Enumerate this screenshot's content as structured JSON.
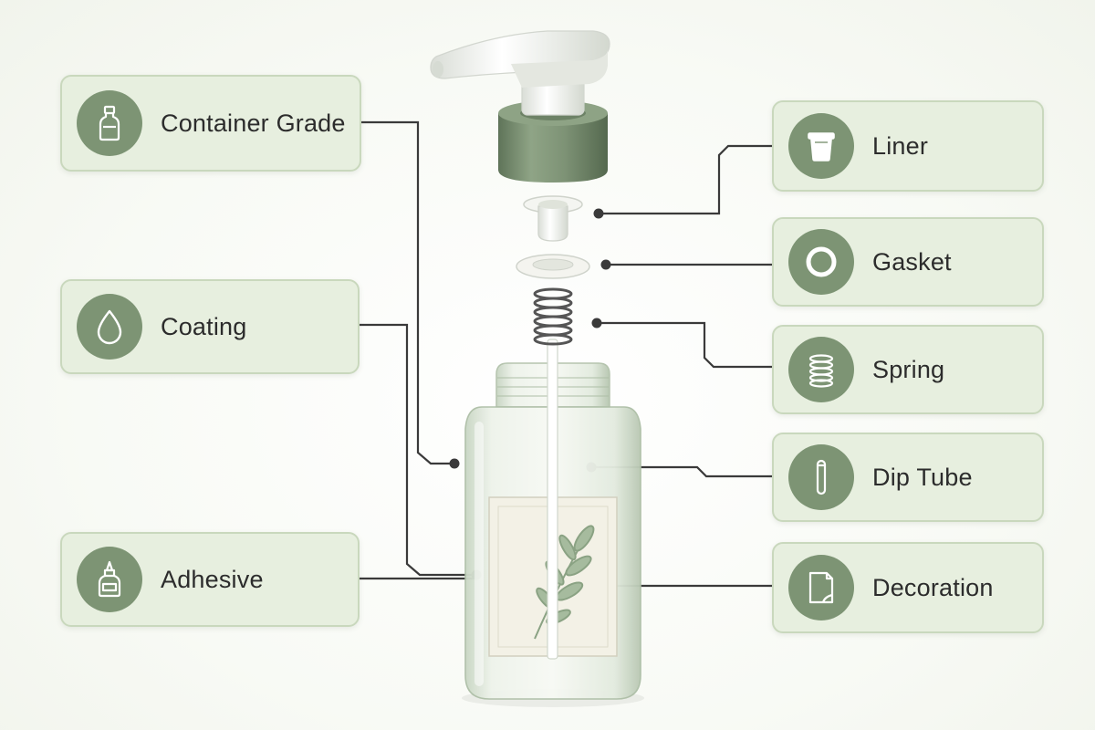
{
  "callouts": {
    "container_grade": {
      "label": "Container Grade",
      "icon": "bottle-icon"
    },
    "coating": {
      "label": "Coating",
      "icon": "droplet-icon"
    },
    "adhesive": {
      "label": "Adhesive",
      "icon": "glue-bottle-icon"
    },
    "liner": {
      "label": "Liner",
      "icon": "cup-liner-icon"
    },
    "gasket": {
      "label": "Gasket",
      "icon": "ring-icon"
    },
    "spring": {
      "label": "Spring",
      "icon": "coil-spring-icon"
    },
    "dip_tube": {
      "label": "Dip Tube",
      "icon": "tube-icon"
    },
    "decoration": {
      "label": "Decoration",
      "icon": "label-sheet-icon"
    }
  },
  "colors": {
    "card_fill": "#e7efdf",
    "card_border": "#c9d8bd",
    "badge": "#7d9474",
    "collar": "#7f9578",
    "leader_line": "#333333"
  }
}
